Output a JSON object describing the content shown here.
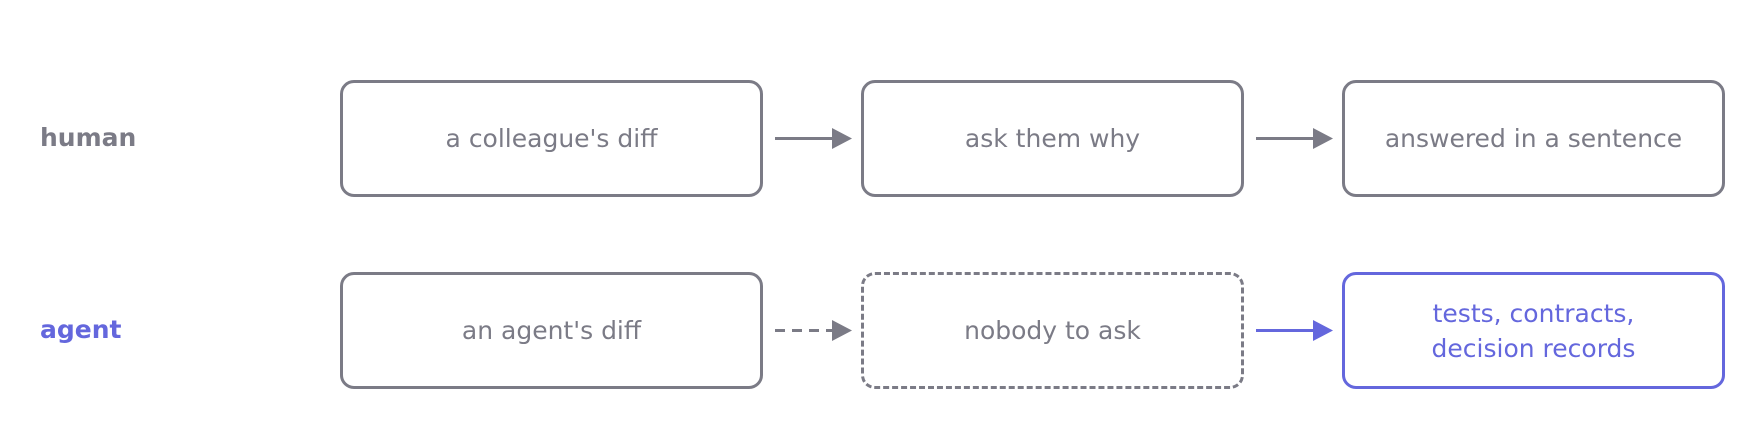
{
  "rows": {
    "human": {
      "label": "human",
      "nodes": [
        "a colleague's diff",
        "ask them why",
        "answered in a sentence"
      ]
    },
    "agent": {
      "label": "agent",
      "nodes": [
        "an agent's diff",
        "nobody to ask",
        "tests, contracts,\ndecision records"
      ]
    }
  },
  "colors": {
    "gray": "#7b7b86",
    "accent": "#6467dd",
    "background": "#ffffff"
  }
}
